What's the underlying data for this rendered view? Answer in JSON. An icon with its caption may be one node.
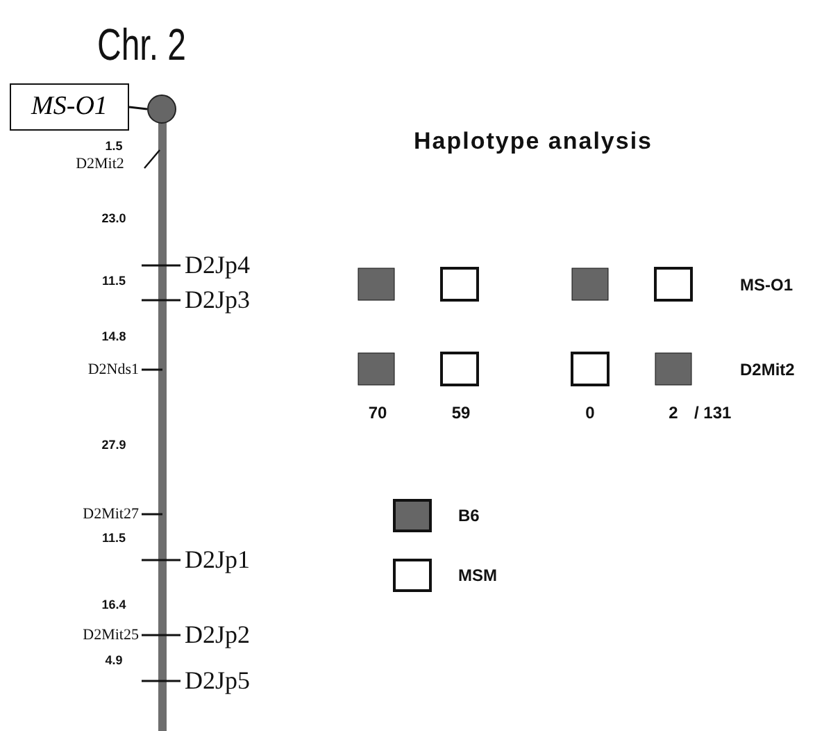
{
  "diagram": {
    "title": "Chr. 2",
    "nodes": [
      {
        "text": [
          "MS-O1"
        ]
      },
      {
        "text": [],
        "shape": "circle"
      }
    ],
    "edges": [
      {
        "from": 0,
        "to": 1,
        "arrow": "none"
      }
    ],
    "labels": [
      "1.5",
      "D2Mit2",
      "23.0",
      "D2Jp4",
      "11.5",
      "D2Jp3",
      "14.8",
      "D2Nds1",
      "27.9",
      "D2Mit27",
      "11.5",
      "D2Jp1",
      "16.4",
      "D2Mit25",
      "D2Jp2",
      "4.9",
      "D2Jp5",
      "Haplotype analysis",
      "MS-O1",
      "D2Mit2",
      "70",
      "59",
      "0",
      "2",
      "/ 131"
    ],
    "legend": [
      {
        "text": "B6",
        "color": "#666666"
      },
      {
        "text": "MSM",
        "color": "#ffffff"
      }
    ]
  }
}
